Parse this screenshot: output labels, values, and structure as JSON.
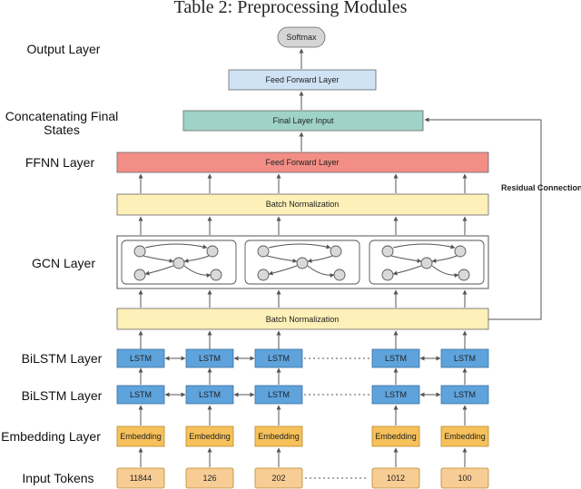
{
  "title": "Table 2: Preprocessing Modules",
  "layer_labels": {
    "output": "Output Layer",
    "concat_line1": "Concatenating Final",
    "concat_line2": "States",
    "ffnn": "FFNN Layer",
    "gcn": "GCN Layer",
    "bilstm_top": "BiLSTM Layer",
    "bilstm_bottom": "BiLSTM Layer",
    "embedding": "Embedding Layer",
    "input_tokens": "Input Tokens"
  },
  "boxes": {
    "softmax": "Softmax",
    "feed_forward_top": "Feed Forward Layer",
    "final_layer_input": "Final Layer Input",
    "feed_forward_ffnn": "Feed Forward Layer",
    "batch_norm_top": "Batch Normalization",
    "batch_norm_bottom": "Batch Normalization"
  },
  "residual_label": "Residual Connection",
  "lstm_label": "LSTM",
  "embedding_label": "Embedding",
  "tokens": [
    "11844",
    "126",
    "202",
    "1012",
    "100"
  ],
  "colors": {
    "softmax": "#d5d5d5",
    "feed_forward_top": "#cfe3f5",
    "final_layer_input": "#9fd3c7",
    "ffnn": "#f28e86",
    "batch_norm": "#fdf0b8",
    "lstm": "#5ea3dc",
    "embedding": "#f6c15a",
    "token": "#f7cd95",
    "node": "#d9d9d9"
  }
}
